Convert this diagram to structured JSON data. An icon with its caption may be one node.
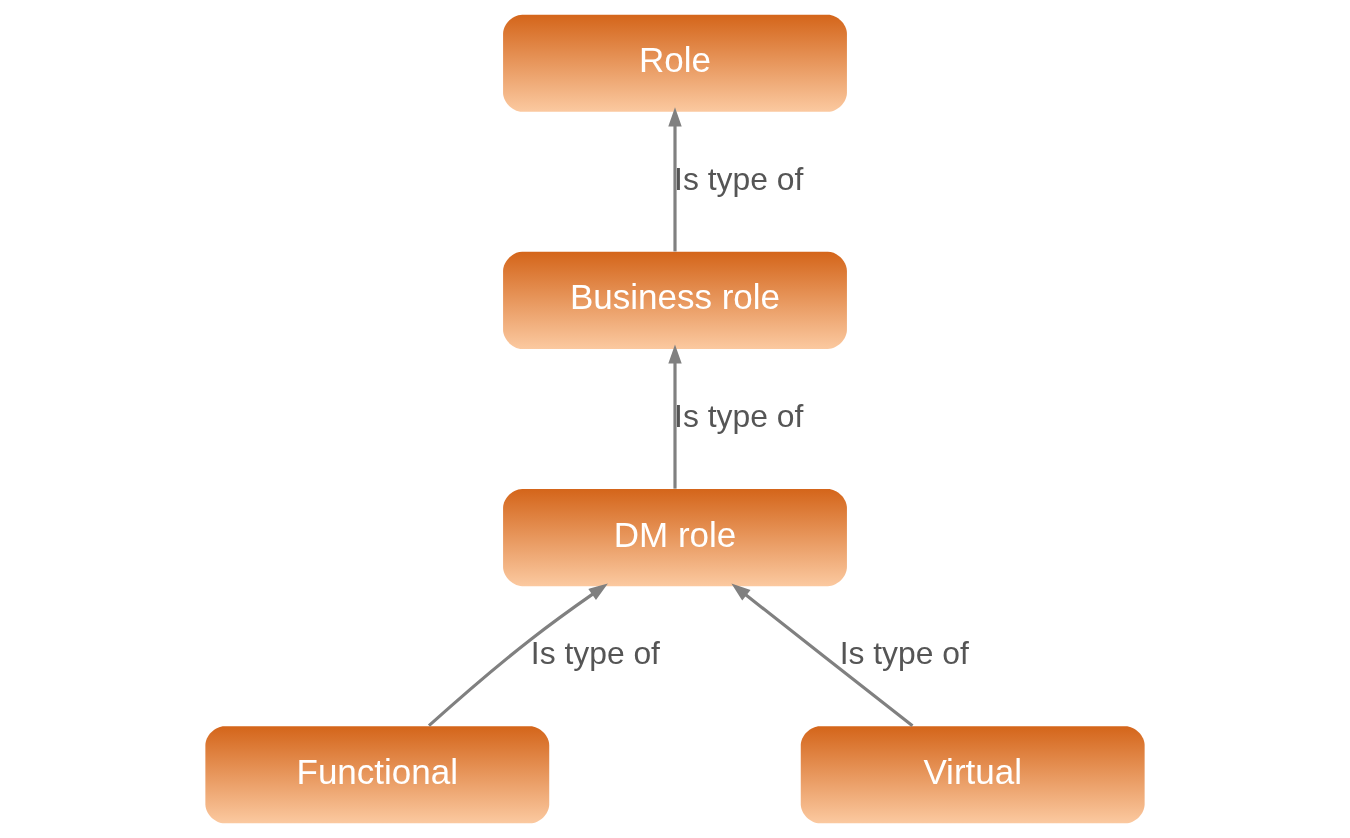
{
  "diagram": {
    "nodes": [
      {
        "text": [
          "Role"
        ]
      },
      {
        "text": [
          "Business role"
        ]
      },
      {
        "text": [
          "DM role"
        ]
      },
      {
        "text": [
          "Functional"
        ]
      },
      {
        "text": [
          "Virtual"
        ]
      }
    ],
    "edges": [
      {
        "from": 1,
        "to": 0,
        "arrow": "to",
        "label": "Is type of"
      },
      {
        "from": 2,
        "to": 1,
        "arrow": "to",
        "label": "Is type of"
      },
      {
        "from": 3,
        "to": 2,
        "arrow": "to",
        "label": "Is type of"
      },
      {
        "from": 4,
        "to": 2,
        "arrow": "to",
        "label": "Is type of"
      }
    ]
  }
}
